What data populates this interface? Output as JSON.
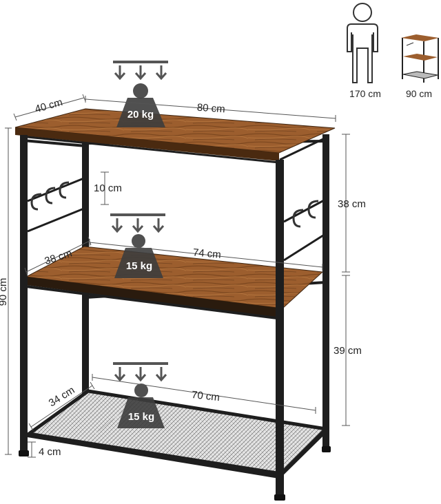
{
  "colors": {
    "frame": "#1e1e1e",
    "wood_light": "#9c5e2e",
    "wood_dark": "#5a3215",
    "weight_badge": "#3d3d3d",
    "dim_line": "#555555",
    "mesh_fill": "#d8d8d8"
  },
  "icons": [
    "weight-icon",
    "down-arrow-icon",
    "person-icon",
    "rack-thumbnail-icon",
    "hook-icon"
  ],
  "load": {
    "top": "20 kg",
    "middle": "15 kg",
    "bottom": "15 kg"
  },
  "dimensions": {
    "top_depth": "40 cm",
    "top_width": "80 cm",
    "total_height": "90 cm",
    "hook_spacing": "10 cm",
    "middle_depth": "38 cm",
    "middle_width": "74 cm",
    "upper_clearance": "38 cm",
    "lower_clearance": "39 cm",
    "bottom_depth": "34 cm",
    "bottom_width": "70 cm",
    "foot_height": "4 cm"
  },
  "comparison": {
    "person_height": "170 cm",
    "rack_height": "90 cm"
  }
}
